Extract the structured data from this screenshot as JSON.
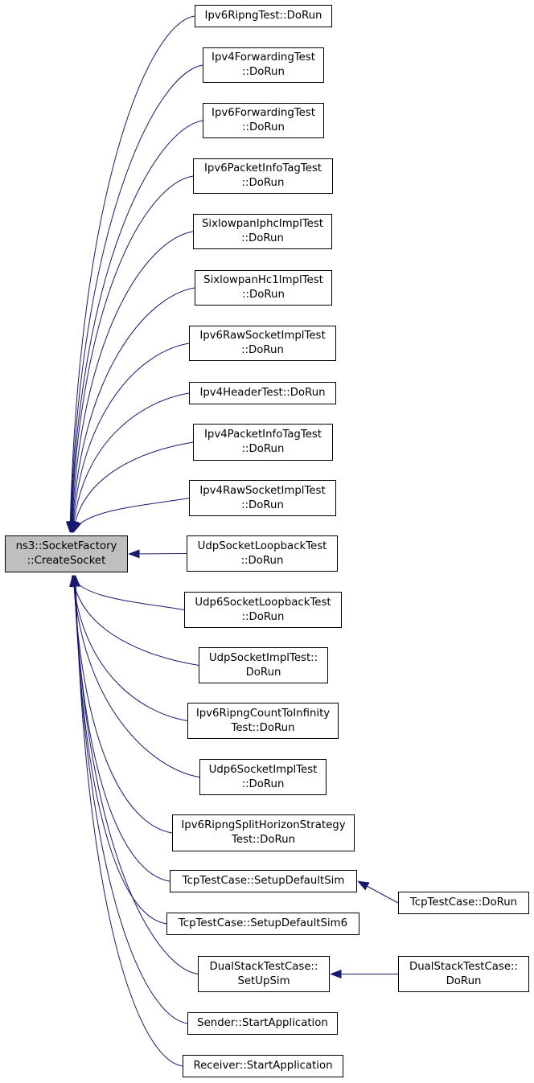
{
  "colors": {
    "edge": "#191970",
    "root_fill": "#bfbfbf",
    "node_fill": "#ffffff",
    "node_border": "#000000"
  },
  "root": {
    "line1": "ns3::SocketFactory",
    "line2": "::CreateSocket"
  },
  "callers": [
    {
      "line1": "Ipv6RipngTest::DoRun",
      "line2": ""
    },
    {
      "line1": "Ipv4ForwardingTest",
      "line2": "::DoRun"
    },
    {
      "line1": "Ipv6ForwardingTest",
      "line2": "::DoRun"
    },
    {
      "line1": "Ipv6PacketInfoTagTest",
      "line2": "::DoRun"
    },
    {
      "line1": "SixlowpanIphcImplTest",
      "line2": "::DoRun"
    },
    {
      "line1": "SixlowpanHc1ImplTest",
      "line2": "::DoRun"
    },
    {
      "line1": "Ipv6RawSocketImplTest",
      "line2": "::DoRun"
    },
    {
      "line1": "Ipv4HeaderTest::DoRun",
      "line2": ""
    },
    {
      "line1": "Ipv4PacketInfoTagTest",
      "line2": "::DoRun"
    },
    {
      "line1": "Ipv4RawSocketImplTest",
      "line2": "::DoRun"
    },
    {
      "line1": "UdpSocketLoopbackTest",
      "line2": "::DoRun"
    },
    {
      "line1": "Udp6SocketLoopbackTest",
      "line2": "::DoRun"
    },
    {
      "line1": "UdpSocketImplTest::",
      "line2": "DoRun"
    },
    {
      "line1": "Ipv6RipngCountToInfinity",
      "line2": "Test::DoRun"
    },
    {
      "line1": "Udp6SocketImplTest",
      "line2": "::DoRun"
    },
    {
      "line1": "Ipv6RipngSplitHorizonStrategy",
      "line2": "Test::DoRun"
    },
    {
      "line1": "TcpTestCase::SetupDefaultSim",
      "line2": ""
    },
    {
      "line1": "TcpTestCase::SetupDefaultSim6",
      "line2": ""
    },
    {
      "line1": "DualStackTestCase::",
      "line2": "SetUpSim"
    },
    {
      "line1": "Sender::StartApplication",
      "line2": ""
    },
    {
      "line1": "Receiver::StartApplication",
      "line2": ""
    }
  ],
  "second_level": [
    {
      "line1": "TcpTestCase::DoRun",
      "line2": ""
    },
    {
      "line1": "DualStackTestCase::",
      "line2": "DoRun"
    }
  ]
}
